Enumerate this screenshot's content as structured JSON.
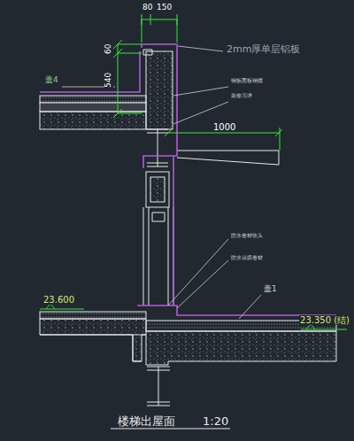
{
  "diagram": {
    "title": "楼梯出屋面",
    "labels": [
      "80",
      "150",
      "60",
      "540",
      "2mm厚单层铝板",
      "盖4",
      "钢板面板钢檩",
      "装修另详",
      "1000",
      "23.600",
      "防水卷材收头",
      "防水涂膜卷材",
      "盖1",
      "23.350 (结)",
      "1:20"
    ]
  }
}
